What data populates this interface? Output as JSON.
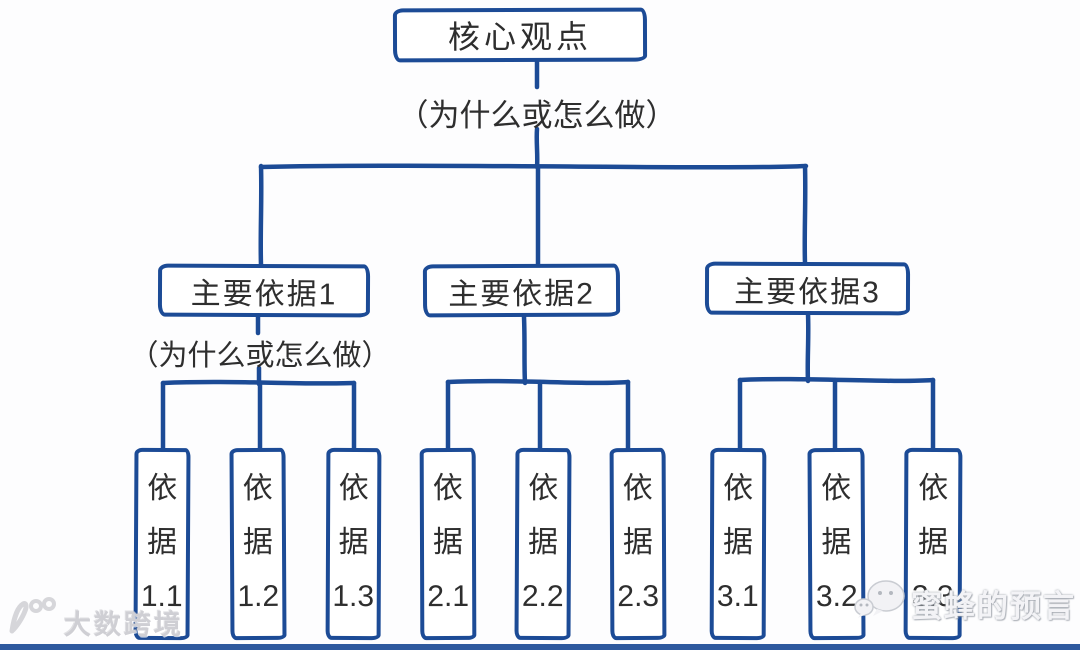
{
  "colors": {
    "line": "#1c4b96",
    "text": "#2e2e2e",
    "watermark_gray": "#cfcfd4",
    "watermark_white": "#f3f3f6"
  },
  "root": {
    "label": "核心观点",
    "annotation": "（为什么或怎么做）"
  },
  "branches": [
    {
      "label": "主要依据1",
      "annotation": "（为什么或怎么做）"
    },
    {
      "label": "主要依据2"
    },
    {
      "label": "主要依据3"
    }
  ],
  "leaves": [
    {
      "line1": "依",
      "line2": "据",
      "line3": "1.1"
    },
    {
      "line1": "依",
      "line2": "据",
      "line3": "1.2"
    },
    {
      "line1": "依",
      "line2": "据",
      "line3": "1.3"
    },
    {
      "line1": "依",
      "line2": "据",
      "line3": "2.1"
    },
    {
      "line1": "依",
      "line2": "据",
      "line3": "2.2"
    },
    {
      "line1": "依",
      "line2": "据",
      "line3": "2.3"
    },
    {
      "line1": "依",
      "line2": "据",
      "line3": "3.1"
    },
    {
      "line1": "依",
      "line2": "据",
      "line3": "3.2"
    },
    {
      "line1": "依",
      "line2": "据",
      "line3": "3.3"
    }
  ],
  "watermarks": {
    "left": {
      "brand": "大数跨境",
      "icon": "logo-100-icon"
    },
    "right": {
      "brand": "蜜蜂的预言",
      "icon": "wechat-icon"
    }
  }
}
